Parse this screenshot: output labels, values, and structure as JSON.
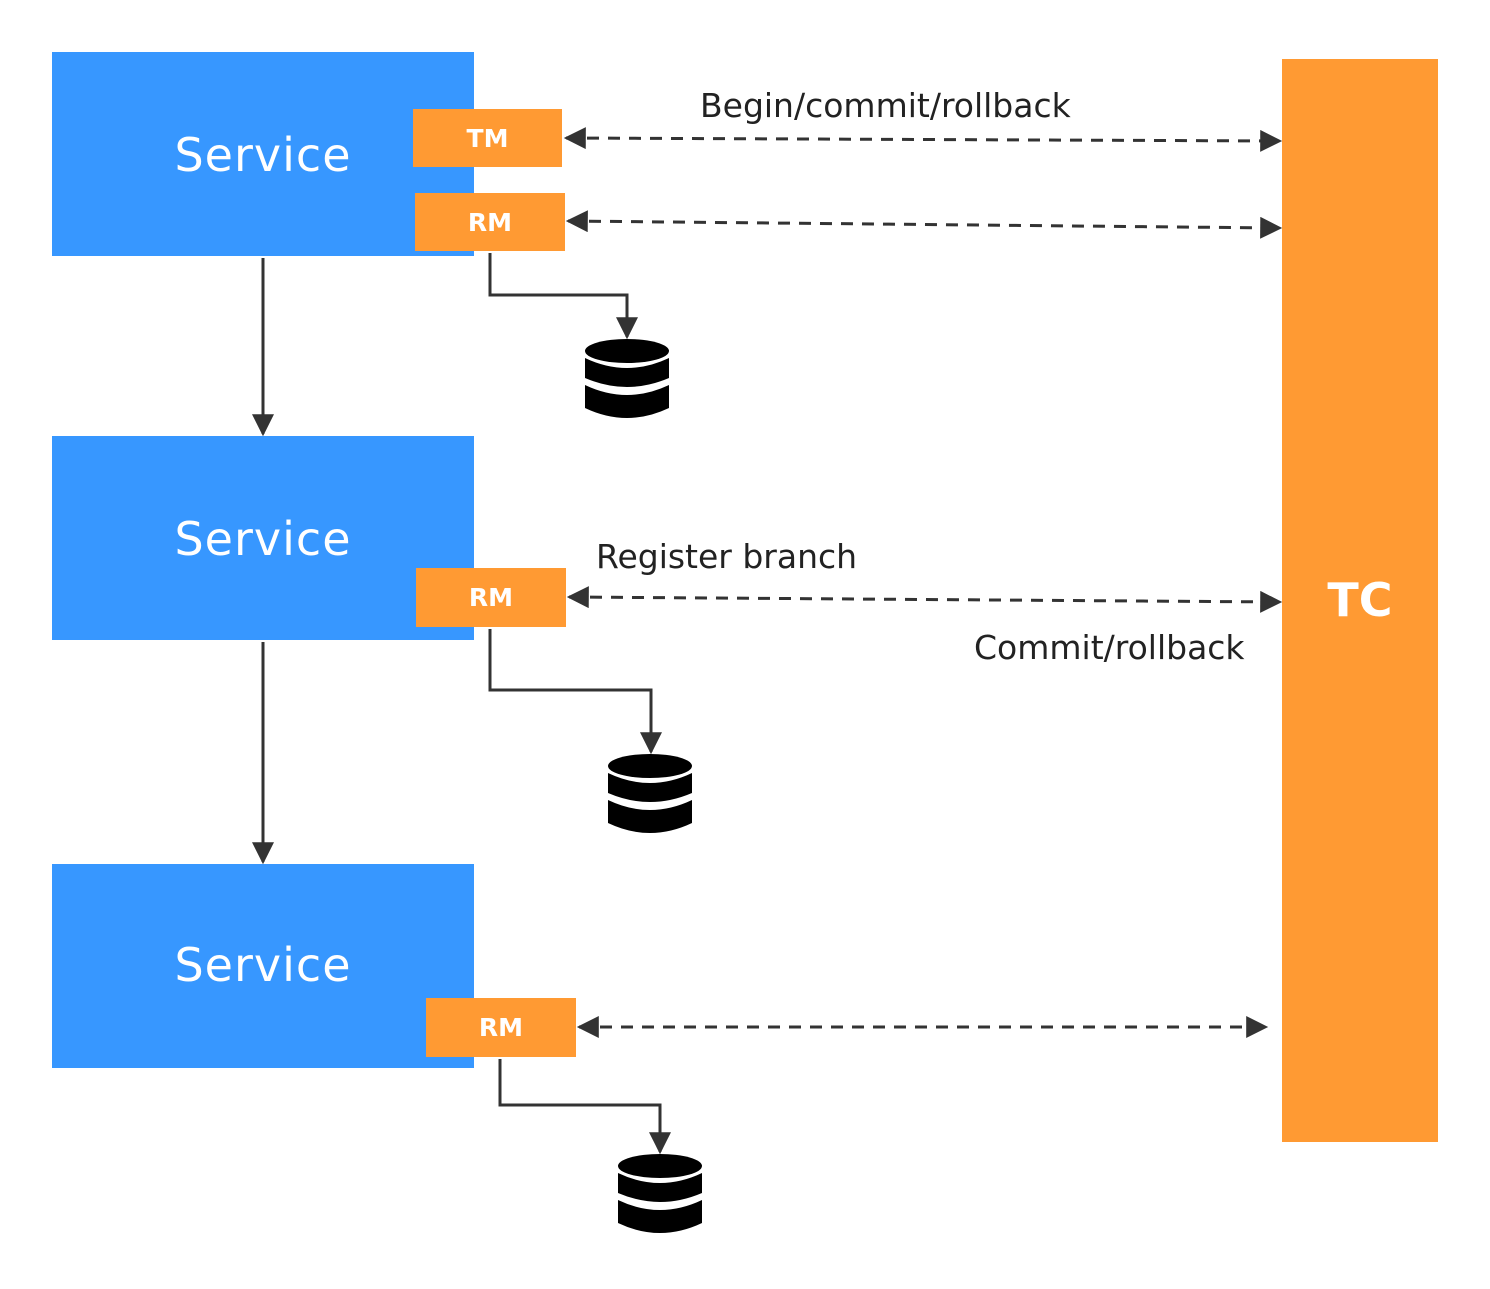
{
  "colors": {
    "service": "#3797FF",
    "component": "#FF9A33",
    "line": "#333333",
    "database": "#000000"
  },
  "services": [
    {
      "label": "Service",
      "tags": [
        "TM",
        "RM"
      ]
    },
    {
      "label": "Service",
      "tags": [
        "RM"
      ]
    },
    {
      "label": "Service",
      "tags": [
        "RM"
      ]
    }
  ],
  "coordinator": {
    "label": "TC"
  },
  "edge_labels": {
    "begin_commit_rollback": "Begin/commit/rollback",
    "register_branch": "Register branch",
    "commit_rollback": "Commit/rollback"
  },
  "icons": {
    "database": "database-icon"
  }
}
